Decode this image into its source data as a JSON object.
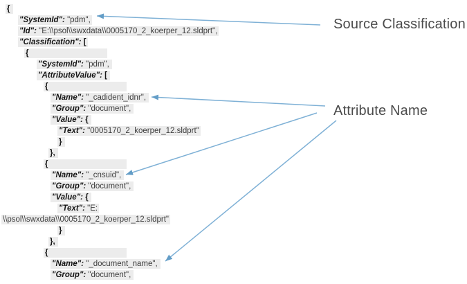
{
  "page": {
    "background": "#ffffff"
  },
  "code_block": {
    "language": "json",
    "styles": {
      "highlight_bg": "#ececec",
      "key_color": "#161616",
      "value_color": "#3e3e3e"
    },
    "lines": [
      {
        "indent": 8,
        "pad": 3,
        "segments": [
          {
            "s": "b",
            "t": "{"
          }
        ]
      },
      {
        "indent": 26,
        "pad": 0,
        "segments": [
          {
            "s": "k",
            "t": "\"SystemId\":"
          },
          {
            "s": "p",
            "t": " \"pdm\","
          }
        ]
      },
      {
        "indent": 26,
        "pad": 0,
        "segments": [
          {
            "s": "k",
            "t": "\"Id\":"
          },
          {
            "s": "p",
            "t": " \"E:\\\\psol\\\\swxdata\\\\0005170_2_koerper_12.sldprt\","
          }
        ]
      },
      {
        "indent": 26,
        "pad": 0,
        "segments": [
          {
            "s": "k",
            "t": "\"Classification\":"
          },
          {
            "s": "b",
            "t": " ["
          }
        ]
      },
      {
        "indent": 35,
        "pad": 112,
        "segments": [
          {
            "s": "b",
            "t": "{"
          }
        ]
      },
      {
        "indent": 53,
        "pad": 2,
        "segments": [
          {
            "s": "k",
            "t": "\"SystemId\":"
          },
          {
            "s": "p",
            "t": " \"pdm\","
          }
        ]
      },
      {
        "indent": 53,
        "pad": 2,
        "segments": [
          {
            "s": "k",
            "t": "\"AttributeValue\":"
          },
          {
            "s": "b",
            "t": " ["
          }
        ]
      },
      {
        "indent": 63,
        "pad": 112,
        "segments": [
          {
            "s": "b",
            "t": "{"
          }
        ]
      },
      {
        "indent": 73,
        "pad": 2,
        "segments": [
          {
            "s": "k",
            "t": "\"Name\":"
          },
          {
            "s": "p",
            "t": " \"_cadident_idnr\","
          }
        ]
      },
      {
        "indent": 73,
        "pad": 2,
        "segments": [
          {
            "s": "k",
            "t": "\"Group\":"
          },
          {
            "s": "p",
            "t": " \"document\","
          }
        ]
      },
      {
        "indent": 73,
        "pad": 2,
        "segments": [
          {
            "s": "k",
            "t": "\"Value\":"
          },
          {
            "s": "b",
            "t": " {"
          }
        ]
      },
      {
        "indent": 83,
        "pad": 0,
        "segments": [
          {
            "s": "k",
            "t": "\"Text\":"
          },
          {
            "s": "p",
            "t": " \"0005170_2_koerper_12.sldprt\""
          }
        ]
      },
      {
        "indent": 83,
        "pad": 3,
        "segments": [
          {
            "s": "b",
            "t": "}"
          }
        ]
      },
      {
        "indent": 70,
        "pad": 2,
        "segments": [
          {
            "s": "b",
            "t": "},"
          }
        ]
      },
      {
        "indent": 63,
        "pad": 112,
        "segments": [
          {
            "s": "b",
            "t": "{"
          }
        ]
      },
      {
        "indent": 73,
        "pad": 2,
        "segments": [
          {
            "s": "k",
            "t": "\"Name\":"
          },
          {
            "s": "p",
            "t": " \"_cnsuid\","
          }
        ]
      },
      {
        "indent": 73,
        "pad": 2,
        "segments": [
          {
            "s": "k",
            "t": "\"Group\":"
          },
          {
            "s": "p",
            "t": " \"document\","
          }
        ]
      },
      {
        "indent": 73,
        "pad": 2,
        "segments": [
          {
            "s": "k",
            "t": "\"Value\":"
          },
          {
            "s": "b",
            "t": " {"
          }
        ]
      },
      {
        "indent": 83,
        "pad": 0,
        "segments": [
          {
            "s": "k",
            "t": "\"Text\":"
          },
          {
            "s": "p",
            "t": " \"E:"
          }
        ]
      },
      {
        "indent": 2,
        "pad": 0,
        "segments": [
          {
            "s": "p",
            "t": "\\\\psol\\\\swxdata\\\\0005170_2_koerper_12.sldprt\""
          }
        ]
      },
      {
        "indent": 83,
        "pad": 3,
        "segments": [
          {
            "s": "b",
            "t": "}"
          }
        ]
      },
      {
        "indent": 70,
        "pad": 2,
        "segments": [
          {
            "s": "b",
            "t": "},"
          }
        ]
      },
      {
        "indent": 63,
        "pad": 112,
        "segments": [
          {
            "s": "b",
            "t": "{"
          }
        ]
      },
      {
        "indent": 73,
        "pad": 2,
        "segments": [
          {
            "s": "k",
            "t": "\"Name\":"
          },
          {
            "s": "p",
            "t": " \"_document_name\","
          }
        ]
      },
      {
        "indent": 73,
        "pad": 2,
        "segments": [
          {
            "s": "k",
            "t": "\"Group\":"
          },
          {
            "s": "p",
            "t": " \"document\","
          }
        ]
      }
    ]
  },
  "annotations": {
    "arrow_color": "#7fb1d6",
    "arrowhead_color": "#639dc7",
    "label_color": "#4b4b4b",
    "labels": [
      {
        "text": "Source Classification"
      },
      {
        "text": "Attribute Name"
      }
    ],
    "arrows": [
      {
        "points_to": "SystemId: pdm"
      },
      {
        "points_to": "Name: _cadident_idnr"
      },
      {
        "points_to": "Name: _cnsuid"
      },
      {
        "points_to": "Name: _document_name"
      }
    ]
  }
}
